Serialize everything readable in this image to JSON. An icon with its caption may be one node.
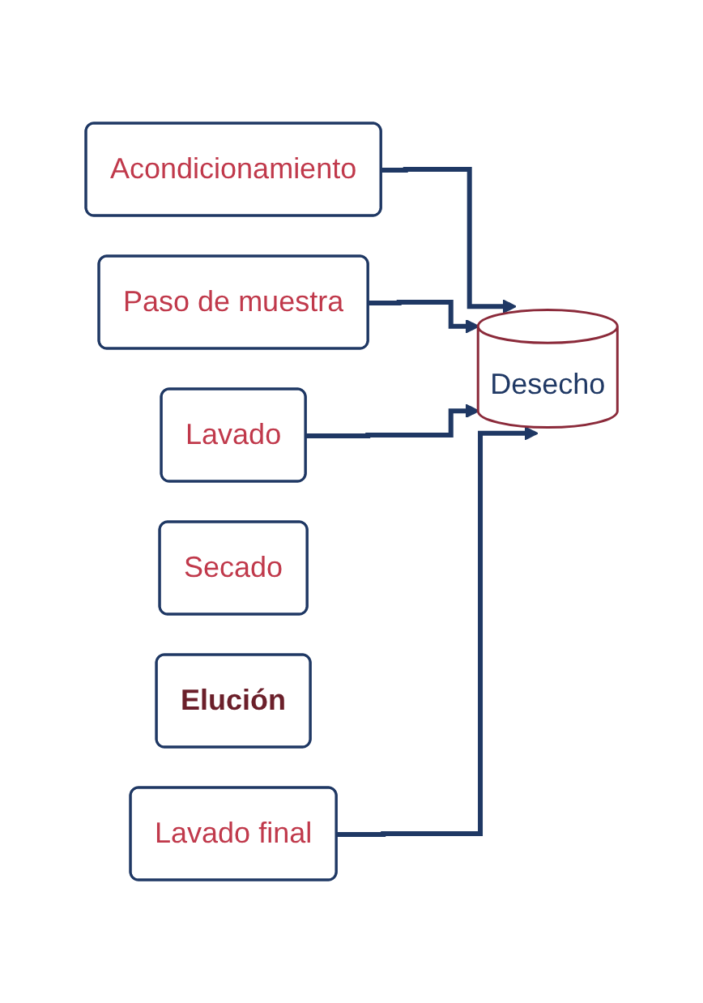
{
  "diagram": {
    "nodes": [
      {
        "text": [
          "Acondicionamiento"
        ]
      },
      {
        "text": [
          "Paso de muestra"
        ]
      },
      {
        "text": [
          "Lavado"
        ]
      },
      {
        "text": [
          "Secado"
        ]
      },
      {
        "text": [
          "Elución"
        ]
      },
      {
        "text": [
          "Lavado final"
        ]
      },
      {
        "text": [
          "Desecho"
        ]
      }
    ],
    "edges": [
      {
        "from": 0,
        "to": 6,
        "arrow": "to"
      },
      {
        "from": 1,
        "to": 6,
        "arrow": "to"
      },
      {
        "from": 2,
        "to": 6,
        "arrow": "to"
      },
      {
        "from": 5,
        "to": 6,
        "arrow": "to"
      }
    ]
  }
}
